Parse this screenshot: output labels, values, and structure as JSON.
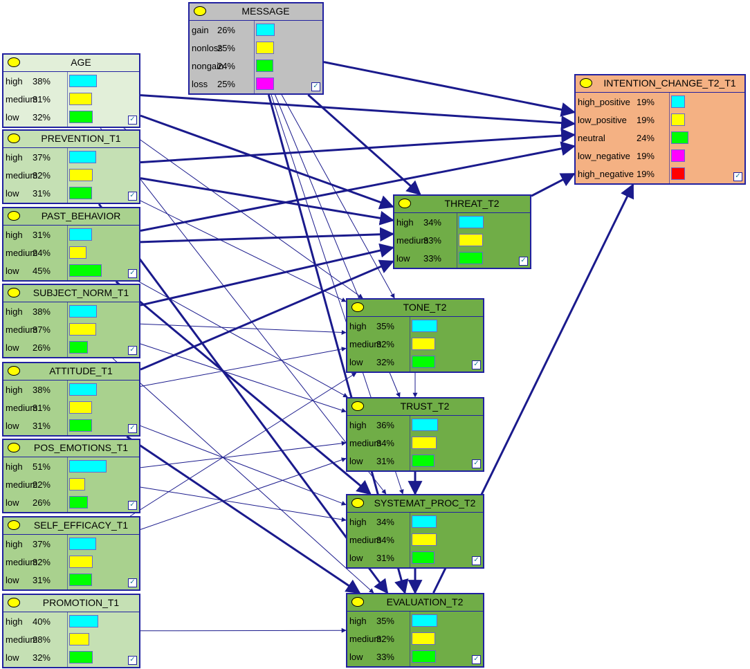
{
  "nodes": [
    {
      "id": "message",
      "name": "MESSAGE",
      "type": "input",
      "bg": "#c0c0c0",
      "states": [
        {
          "label": "gain",
          "pct": "26%",
          "value": 26,
          "color": "#00ffff"
        },
        {
          "label": "nonloss",
          "pct": "25%",
          "value": 25,
          "color": "#ffff00"
        },
        {
          "label": "nongain",
          "pct": "24%",
          "value": 24,
          "color": "#00ff00"
        },
        {
          "label": "loss",
          "pct": "25%",
          "value": 25,
          "color": "#ff00ff"
        }
      ]
    },
    {
      "id": "age",
      "name": "AGE",
      "type": "input",
      "bg": "#e2efd9",
      "states": [
        {
          "label": "high",
          "pct": "38%",
          "value": 38,
          "color": "#00ffff"
        },
        {
          "label": "medium",
          "pct": "31%",
          "value": 31,
          "color": "#ffff00"
        },
        {
          "label": "low",
          "pct": "32%",
          "value": 32,
          "color": "#00ff00"
        }
      ]
    },
    {
      "id": "prevention",
      "name": "PREVENTION_T1",
      "type": "input",
      "bg": "#c5e0b4",
      "states": [
        {
          "label": "high",
          "pct": "37%",
          "value": 37,
          "color": "#00ffff"
        },
        {
          "label": "medium",
          "pct": "32%",
          "value": 32,
          "color": "#ffff00"
        },
        {
          "label": "low",
          "pct": "31%",
          "value": 31,
          "color": "#00ff00"
        }
      ]
    },
    {
      "id": "past",
      "name": "PAST_BEHAVIOR",
      "type": "input",
      "bg": "#a9d18e",
      "states": [
        {
          "label": "high",
          "pct": "31%",
          "value": 31,
          "color": "#00ffff"
        },
        {
          "label": "medium",
          "pct": "24%",
          "value": 24,
          "color": "#ffff00"
        },
        {
          "label": "low",
          "pct": "45%",
          "value": 45,
          "color": "#00ff00"
        }
      ]
    },
    {
      "id": "subject",
      "name": "SUBJECT_NORM_T1",
      "type": "input",
      "bg": "#a9d18e",
      "states": [
        {
          "label": "high",
          "pct": "38%",
          "value": 38,
          "color": "#00ffff"
        },
        {
          "label": "medium",
          "pct": "37%",
          "value": 37,
          "color": "#ffff00"
        },
        {
          "label": "low",
          "pct": "26%",
          "value": 26,
          "color": "#00ff00"
        }
      ]
    },
    {
      "id": "attitude",
      "name": "ATTITUDE_T1",
      "type": "input",
      "bg": "#a9d18e",
      "states": [
        {
          "label": "high",
          "pct": "38%",
          "value": 38,
          "color": "#00ffff"
        },
        {
          "label": "medium",
          "pct": "31%",
          "value": 31,
          "color": "#ffff00"
        },
        {
          "label": "low",
          "pct": "31%",
          "value": 31,
          "color": "#00ff00"
        }
      ]
    },
    {
      "id": "posemo",
      "name": "POS_EMOTIONS_T1",
      "type": "input",
      "bg": "#a9d18e",
      "states": [
        {
          "label": "high",
          "pct": "51%",
          "value": 51,
          "color": "#00ffff"
        },
        {
          "label": "medium",
          "pct": "22%",
          "value": 22,
          "color": "#ffff00"
        },
        {
          "label": "low",
          "pct": "26%",
          "value": 26,
          "color": "#00ff00"
        }
      ]
    },
    {
      "id": "selfeff",
      "name": "SELF_EFFICACY_T1",
      "type": "input",
      "bg": "#a9d18e",
      "states": [
        {
          "label": "high",
          "pct": "37%",
          "value": 37,
          "color": "#00ffff"
        },
        {
          "label": "medium",
          "pct": "32%",
          "value": 32,
          "color": "#ffff00"
        },
        {
          "label": "low",
          "pct": "31%",
          "value": 31,
          "color": "#00ff00"
        }
      ]
    },
    {
      "id": "promotion",
      "name": "PROMOTION_T1",
      "type": "input",
      "bg": "#c5e0b4",
      "states": [
        {
          "label": "high",
          "pct": "40%",
          "value": 40,
          "color": "#00ffff"
        },
        {
          "label": "medium",
          "pct": "28%",
          "value": 28,
          "color": "#ffff00"
        },
        {
          "label": "low",
          "pct": "32%",
          "value": 32,
          "color": "#00ff00"
        }
      ]
    },
    {
      "id": "threat",
      "name": "THREAT_T2",
      "type": "mediator",
      "bg": "#70ad47",
      "states": [
        {
          "label": "high",
          "pct": "34%",
          "value": 34,
          "color": "#00ffff"
        },
        {
          "label": "medium",
          "pct": "33%",
          "value": 33,
          "color": "#ffff00"
        },
        {
          "label": "low",
          "pct": "33%",
          "value": 33,
          "color": "#00ff00"
        }
      ]
    },
    {
      "id": "tone",
      "name": "TONE_T2",
      "type": "mediator",
      "bg": "#70ad47",
      "states": [
        {
          "label": "high",
          "pct": "35%",
          "value": 35,
          "color": "#00ffff"
        },
        {
          "label": "medium",
          "pct": "32%",
          "value": 32,
          "color": "#ffff00"
        },
        {
          "label": "low",
          "pct": "32%",
          "value": 32,
          "color": "#00ff00"
        }
      ]
    },
    {
      "id": "trust",
      "name": "TRUST_T2",
      "type": "mediator",
      "bg": "#70ad47",
      "states": [
        {
          "label": "high",
          "pct": "36%",
          "value": 36,
          "color": "#00ffff"
        },
        {
          "label": "medium",
          "pct": "34%",
          "value": 34,
          "color": "#ffff00"
        },
        {
          "label": "low",
          "pct": "31%",
          "value": 31,
          "color": "#00ff00"
        }
      ]
    },
    {
      "id": "systemat",
      "name": "SYSTEMAT_PROC_T2",
      "type": "mediator",
      "bg": "#70ad47",
      "states": [
        {
          "label": "high",
          "pct": "34%",
          "value": 34,
          "color": "#00ffff"
        },
        {
          "label": "medium",
          "pct": "34%",
          "value": 34,
          "color": "#ffff00"
        },
        {
          "label": "low",
          "pct": "31%",
          "value": 31,
          "color": "#00ff00"
        }
      ]
    },
    {
      "id": "evaluation",
      "name": "EVALUATION_T2",
      "type": "mediator",
      "bg": "#70ad47",
      "states": [
        {
          "label": "high",
          "pct": "35%",
          "value": 35,
          "color": "#00ffff"
        },
        {
          "label": "medium",
          "pct": "32%",
          "value": 32,
          "color": "#ffff00"
        },
        {
          "label": "low",
          "pct": "33%",
          "value": 33,
          "color": "#00ff00"
        }
      ]
    },
    {
      "id": "intention",
      "name": "INTENTION_CHANGE_T2_T1",
      "type": "outcome",
      "bg": "#f4b183",
      "states": [
        {
          "label": "high_positive",
          "pct": "19%",
          "value": 19,
          "color": "#00ffff"
        },
        {
          "label": "low_positive",
          "pct": "19%",
          "value": 19,
          "color": "#ffff00"
        },
        {
          "label": "neutral",
          "pct": "24%",
          "value": 24,
          "color": "#00ff00"
        },
        {
          "label": "low_negative",
          "pct": "19%",
          "value": 19,
          "color": "#ff00ff"
        },
        {
          "label": "high_negative",
          "pct": "19%",
          "value": 19,
          "color": "#ff0000"
        }
      ]
    }
  ],
  "edges": [
    {
      "from": "message",
      "to": "intention",
      "weight": "strong"
    },
    {
      "from": "message",
      "to": "threat",
      "weight": "strong"
    },
    {
      "from": "message",
      "to": "tone",
      "weight": "weak"
    },
    {
      "from": "message",
      "to": "trust",
      "weight": "weak"
    },
    {
      "from": "message",
      "to": "systemat",
      "weight": "weak"
    },
    {
      "from": "message",
      "to": "evaluation",
      "weight": "strong"
    },
    {
      "from": "age",
      "to": "intention",
      "weight": "strong"
    },
    {
      "from": "age",
      "to": "threat",
      "weight": "strong"
    },
    {
      "from": "age",
      "to": "tone",
      "weight": "weak"
    },
    {
      "from": "age",
      "to": "systemat",
      "weight": "weak"
    },
    {
      "from": "prevention",
      "to": "intention",
      "weight": "strong"
    },
    {
      "from": "prevention",
      "to": "threat",
      "weight": "strong"
    },
    {
      "from": "prevention",
      "to": "tone",
      "weight": "weak"
    },
    {
      "from": "prevention",
      "to": "evaluation",
      "weight": "strong"
    },
    {
      "from": "past",
      "to": "intention",
      "weight": "strong"
    },
    {
      "from": "past",
      "to": "threat",
      "weight": "strong"
    },
    {
      "from": "past",
      "to": "trust",
      "weight": "weak"
    },
    {
      "from": "past",
      "to": "systemat",
      "weight": "strong"
    },
    {
      "from": "subject",
      "to": "threat",
      "weight": "strong"
    },
    {
      "from": "subject",
      "to": "tone",
      "weight": "weak"
    },
    {
      "from": "subject",
      "to": "trust",
      "weight": "weak"
    },
    {
      "from": "subject",
      "to": "evaluation",
      "weight": "weak"
    },
    {
      "from": "attitude",
      "to": "threat",
      "weight": "strong"
    },
    {
      "from": "attitude",
      "to": "tone",
      "weight": "weak"
    },
    {
      "from": "attitude",
      "to": "systemat",
      "weight": "weak"
    },
    {
      "from": "attitude",
      "to": "evaluation",
      "weight": "strong"
    },
    {
      "from": "posemo",
      "to": "trust",
      "weight": "weak"
    },
    {
      "from": "posemo",
      "to": "systemat",
      "weight": "weak"
    },
    {
      "from": "selfeff",
      "to": "trust",
      "weight": "weak"
    },
    {
      "from": "selfeff",
      "to": "tone",
      "weight": "weak"
    },
    {
      "from": "promotion",
      "to": "evaluation",
      "weight": "weak"
    },
    {
      "from": "threat",
      "to": "intention",
      "weight": "strong"
    },
    {
      "from": "tone",
      "to": "trust",
      "weight": "weak"
    },
    {
      "from": "tone",
      "to": "systemat",
      "weight": "weak"
    },
    {
      "from": "trust",
      "to": "systemat",
      "weight": "strong"
    },
    {
      "from": "systemat",
      "to": "evaluation",
      "weight": "weak"
    },
    {
      "from": "trust",
      "to": "evaluation",
      "weight": "strong"
    },
    {
      "from": "evaluation",
      "to": "intention",
      "weight": "strong"
    }
  ],
  "colors": {
    "edge": "#1a1a8c",
    "border": "#2020a0"
  }
}
